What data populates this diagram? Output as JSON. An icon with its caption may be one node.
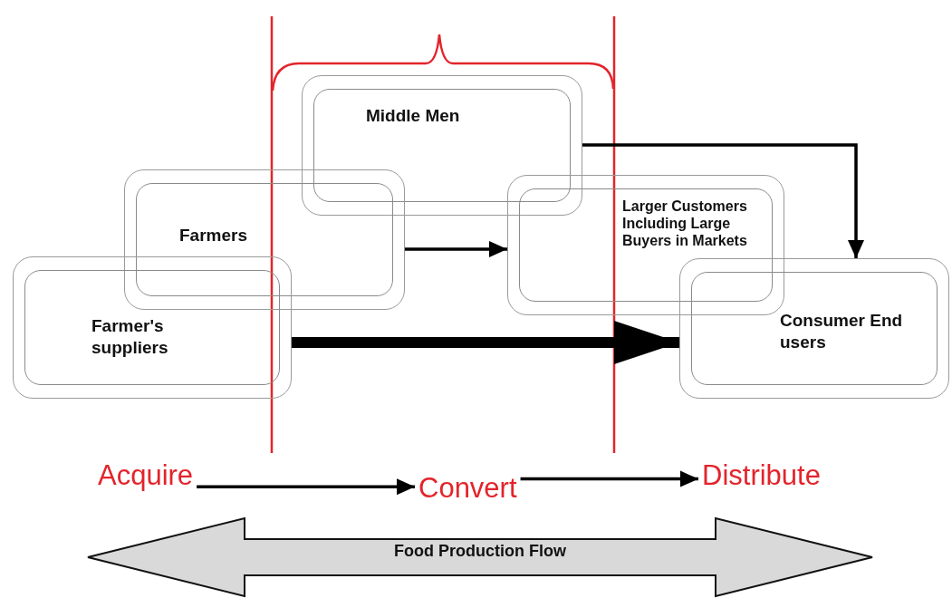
{
  "diagram": {
    "nodes": [
      {
        "text": [
          "Middle Men"
        ]
      },
      {
        "text": [
          "Farmers"
        ]
      },
      {
        "text": [
          "Farmer's suppliers"
        ]
      },
      {
        "text": [
          "Larger Customers Including Large Buyers in Markets"
        ]
      },
      {
        "text": [
          "Consumer End users"
        ]
      },
      {
        "text": [
          "Acquire"
        ]
      },
      {
        "text": [
          "Convert"
        ]
      },
      {
        "text": [
          "Distribute"
        ]
      },
      {
        "text": [
          "Food Production Flow"
        ]
      }
    ],
    "edges": [
      {
        "from": 1,
        "to": 3,
        "arrow": "to"
      },
      {
        "from": 0,
        "to": 4,
        "arrow": "to"
      },
      {
        "from": 2,
        "to": 4,
        "arrow": "to",
        "style": "thick"
      },
      {
        "from": 5,
        "to": 6,
        "arrow": "to"
      },
      {
        "from": 6,
        "to": 7,
        "arrow": "to"
      }
    ]
  }
}
